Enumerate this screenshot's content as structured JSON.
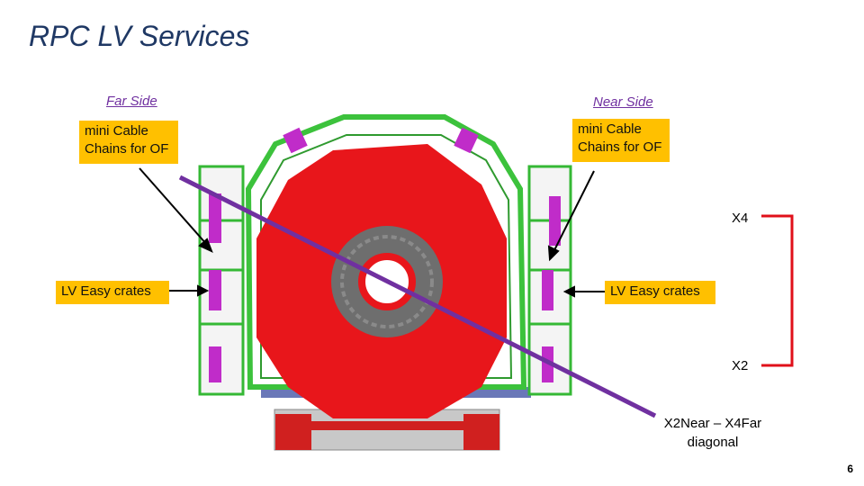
{
  "slide": {
    "title": "RPC LV Services",
    "page_number": "6"
  },
  "labels": {
    "far_side": "Far Side",
    "near_side": "Near Side",
    "chains_far": "mini Cable\nChains for OF",
    "chains_near": "mini Cable\nChains for OF",
    "lv_far": "LV Easy crates",
    "lv_near": "LV Easy crates",
    "x4": "X4",
    "x2": "X2",
    "diagonal_note": "X2Near – X4Far\ndiagonal"
  },
  "colors": {
    "title": "#1f3864",
    "callout_bg": "#ffc000",
    "side_label": "#7030a0",
    "detector_red": "#e8161b",
    "frame_green": "#3cc23c",
    "crate_magenta": "#c02cc9",
    "diagonal_purple": "#7030a0",
    "bracket_red": "#e0101a"
  }
}
